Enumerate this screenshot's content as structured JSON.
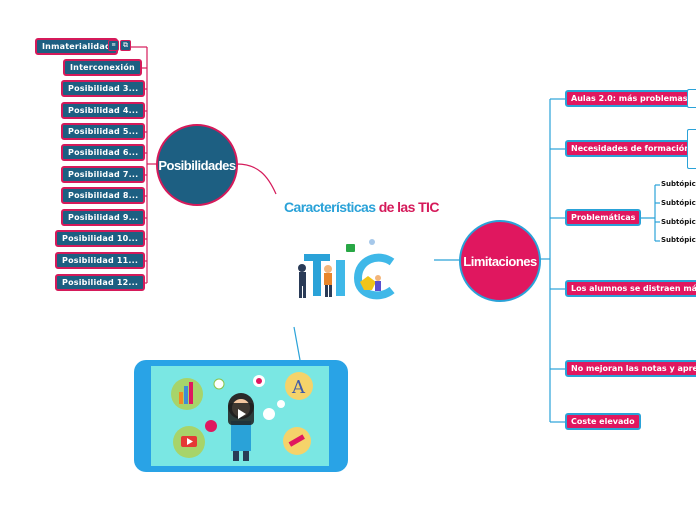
{
  "center": {
    "title_part1": "Características",
    "title_part2": "de las TIC"
  },
  "left_topic": {
    "label": "Posibilidades",
    "items": [
      {
        "label": "Inmaterialidad"
      },
      {
        "label": "Interconexión"
      },
      {
        "label": "Posibilidad 3..."
      },
      {
        "label": "Posibilidad 4..."
      },
      {
        "label": "Posibilidad 5..."
      },
      {
        "label": "Posibilidad 6..."
      },
      {
        "label": "Posibilidad 7..."
      },
      {
        "label": "Posibilidad 8..."
      },
      {
        "label": "Posibilidad 9..."
      },
      {
        "label": "Posibilidad 10..."
      },
      {
        "label": "Posibilidad 11..."
      },
      {
        "label": "Posibilidad 12..."
      }
    ]
  },
  "right_topic": {
    "label": "Limitaciones",
    "items": [
      {
        "label": "Aulas 2.0: más problemas"
      },
      {
        "label": "Necesidades de formación"
      },
      {
        "label": "Problemáticas"
      },
      {
        "label": "Los alumnos se distraen más"
      },
      {
        "label": "No mejoran las notas y aprende"
      },
      {
        "label": "Coste elevado"
      }
    ],
    "subtopics": [
      "Subtópico",
      "Subtópico",
      "Subtópico",
      "Subtópico"
    ]
  },
  "icons": [
    "notes-icon",
    "link-icon",
    "tic-logo-illustration",
    "video-thumbnail",
    "play-icon"
  ],
  "colors": {
    "blue": "#1d5f82",
    "pink": "#e0175f",
    "cyan": "#2aa2d8",
    "video_bg": "#29a3e6"
  }
}
